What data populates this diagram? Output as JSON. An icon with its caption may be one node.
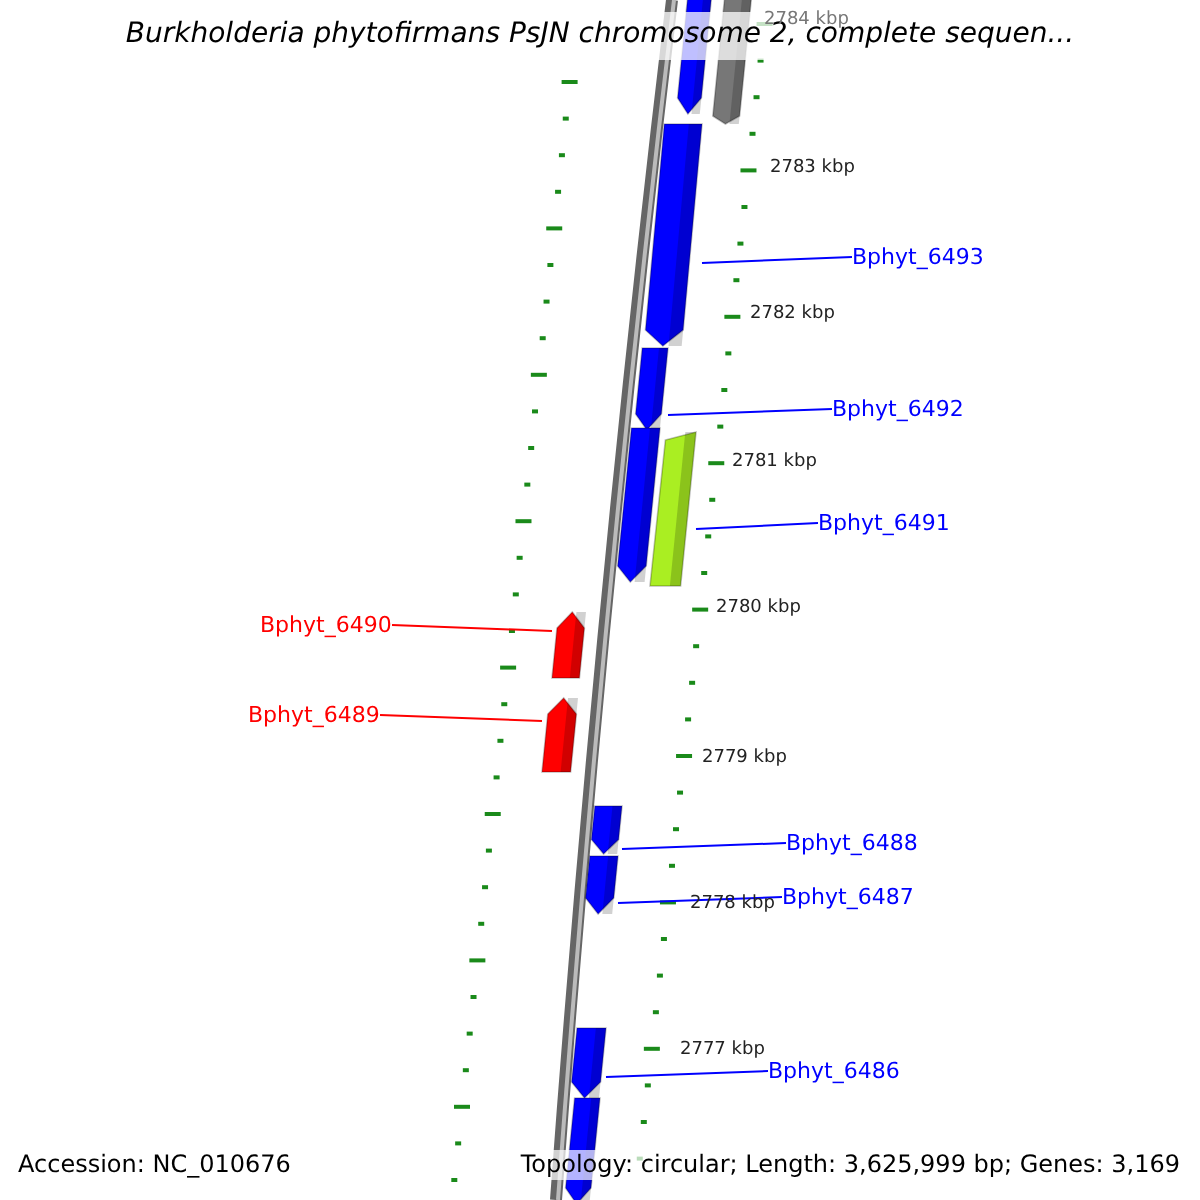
{
  "diagram": {
    "title": "Burkholderia phytofirmans PsJN chromosome 2, complete sequen...",
    "nodes": [
      {
        "text": [],
        "shape": "arrow"
      },
      {
        "text": [],
        "shape": "arrow"
      },
      {
        "text": [],
        "shape": "arrow"
      },
      {
        "text": [
          "Bphyt_6493"
        ]
      },
      {
        "text": [],
        "shape": "arrow"
      },
      {
        "text": [
          "Bphyt_6492"
        ]
      },
      {
        "text": [],
        "shape": "arrow"
      },
      {
        "text": [],
        "shape": "bar"
      },
      {
        "text": [
          "Bphyt_6491"
        ]
      },
      {
        "text": [
          "Bphyt_6490"
        ]
      },
      {
        "text": [],
        "shape": "arrow"
      },
      {
        "text": [
          "Bphyt_6489"
        ]
      },
      {
        "text": [],
        "shape": "arrow"
      },
      {
        "text": [],
        "shape": "arrow"
      },
      {
        "text": [
          "Bphyt_6488"
        ]
      },
      {
        "text": [],
        "shape": "arrow"
      },
      {
        "text": [
          "Bphyt_6487"
        ]
      },
      {
        "text": [],
        "shape": "arrow"
      },
      {
        "text": [
          "Bphyt_6486"
        ]
      },
      {
        "text": [],
        "shape": "arrow"
      }
    ],
    "edges": [
      {
        "from": 3,
        "to": 2,
        "arrow": "none"
      },
      {
        "from": 5,
        "to": 4,
        "arrow": "none"
      },
      {
        "from": 8,
        "to": 7,
        "arrow": "none"
      },
      {
        "from": 9,
        "to": 10,
        "arrow": "none",
        "color": "#ff0000"
      },
      {
        "from": 11,
        "to": 12,
        "arrow": "none",
        "color": "#ff0000"
      },
      {
        "from": 14,
        "to": 13,
        "arrow": "none"
      },
      {
        "from": 16,
        "to": 15,
        "arrow": "none"
      },
      {
        "from": 18,
        "to": 17,
        "arrow": "none"
      }
    ],
    "labels": [
      "2784 kbp",
      "2783 kbp",
      "2782 kbp",
      "2781 kbp",
      "2780 kbp",
      "2779 kbp",
      "2778 kbp",
      "2777 kbp",
      "Accession: NC_010676",
      "Topology: circular; Length: 3,625,999 bp; Genes: 3,169"
    ]
  }
}
